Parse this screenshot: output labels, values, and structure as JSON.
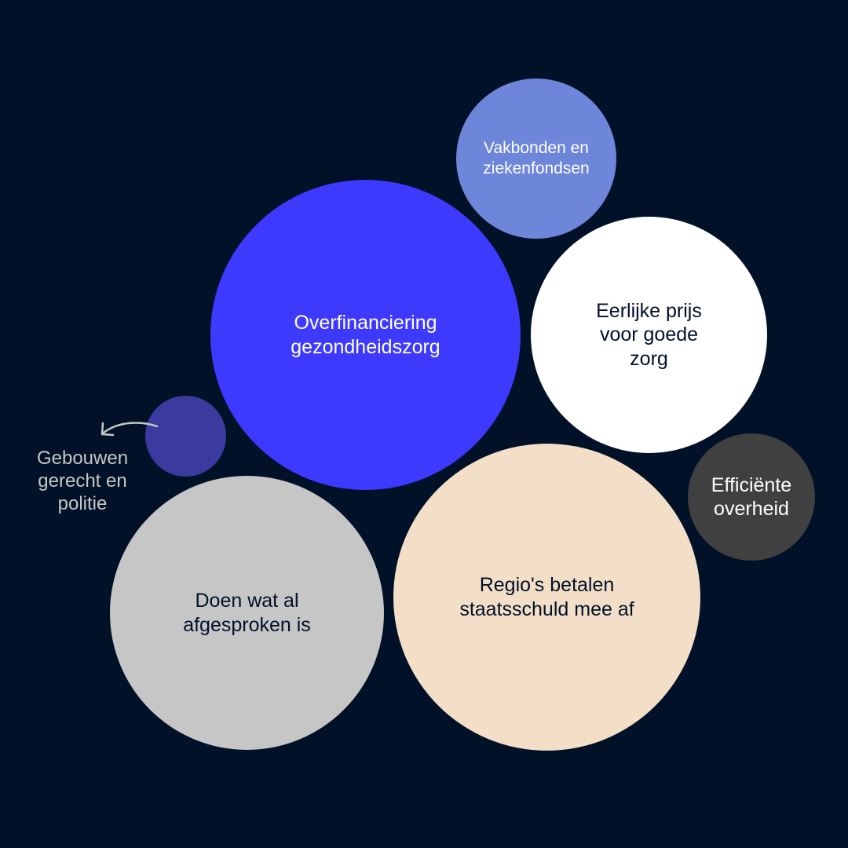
{
  "background": "#011128",
  "bubbles": [
    {
      "id": "vakbonden",
      "label": "Vakbonden en ziekenfondsen",
      "color": "#6d86d9",
      "text_color": "#ffffff"
    },
    {
      "id": "overfinanciering",
      "label": "Overfinanciering gezondheidszorg",
      "color": "#3d3afe",
      "text_color": "#ffffff"
    },
    {
      "id": "eerlijke-prijs",
      "label": "Eerlijke prijs voor goede zorg",
      "color": "#ffffff",
      "text_color": "#011128"
    },
    {
      "id": "gebouwen",
      "label": "",
      "color": "#3a3a9f",
      "text_color": "#ffffff"
    },
    {
      "id": "efficiente-overheid",
      "label": "Efficiënte overheid",
      "color": "#404040",
      "text_color": "#ffffff"
    },
    {
      "id": "regios",
      "label": "Regio's betalen staatsschuld mee af",
      "color": "#f3dfc7",
      "text_color": "#011128"
    },
    {
      "id": "doen-wat",
      "label": "Doen wat al afgesproken is",
      "color": "#c6c6c6",
      "text_color": "#011128"
    }
  ],
  "external_label": {
    "text": "Gebouwen gerecht en politie",
    "color": "#c6c6c6"
  }
}
